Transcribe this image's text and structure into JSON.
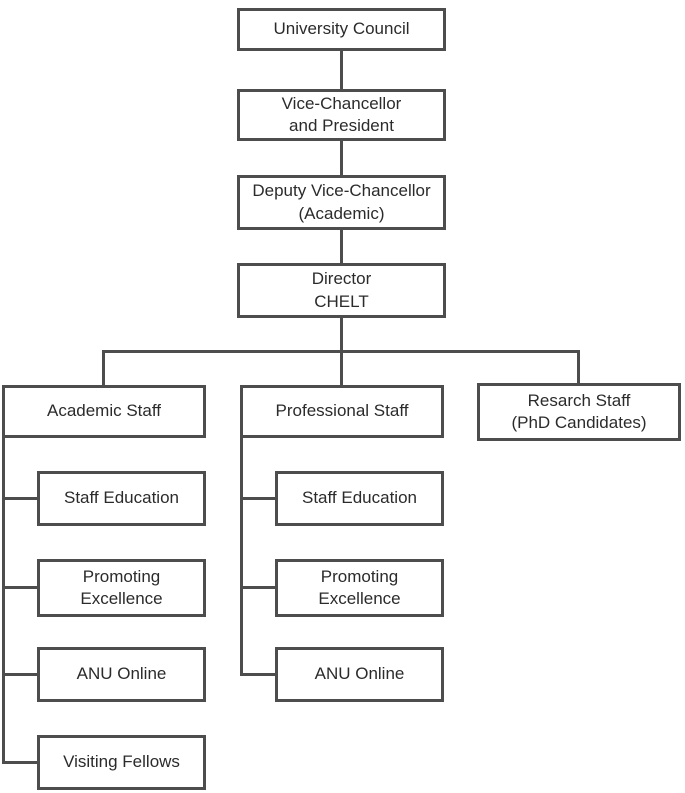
{
  "colors": {
    "border": "#4d4d4d",
    "connector": "#4d4d4d",
    "text": "#2b2b2b",
    "background": "#ffffff"
  },
  "org_chart": {
    "type": "org-chart",
    "root_chain": [
      {
        "label": "University Council"
      },
      {
        "label": "Vice-Chancellor\nand President"
      },
      {
        "label": "Deputy Vice-Chancellor\n(Academic)"
      },
      {
        "label": "Director\nCHELT"
      }
    ],
    "branches": [
      {
        "label": "Academic Staff",
        "children": [
          {
            "label": "Staff Education"
          },
          {
            "label": "Promoting\nExcellence"
          },
          {
            "label": "ANU Online"
          },
          {
            "label": "Visiting Fellows"
          }
        ]
      },
      {
        "label": "Professional Staff",
        "children": [
          {
            "label": "Staff Education"
          },
          {
            "label": "Promoting\nExcellence"
          },
          {
            "label": "ANU Online"
          }
        ]
      },
      {
        "label": "Resarch Staff\n(PhD Candidates)",
        "children": []
      }
    ]
  }
}
